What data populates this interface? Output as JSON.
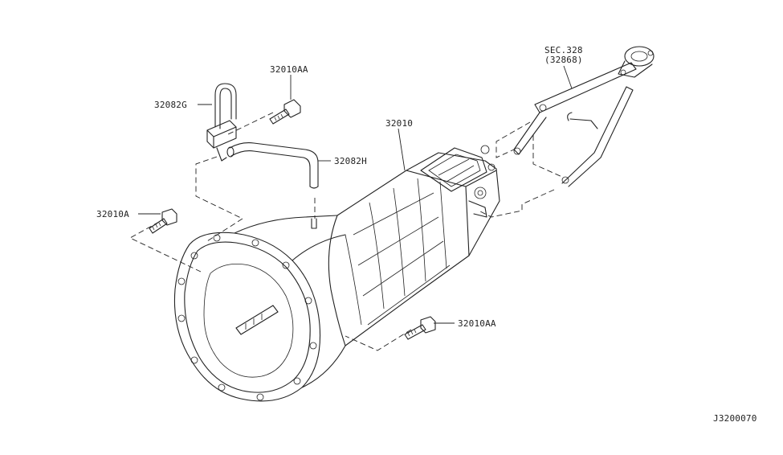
{
  "labels": {
    "bolt_top": "32010AA",
    "clip": "32082G",
    "transmission": "32010",
    "tube": "32082H",
    "bolt_left": "32010A",
    "bolt_bottom": "32010AA",
    "sec_ref": "SEC.328",
    "sec_ref_part": "(32868)",
    "diagram_code": "J3200070"
  }
}
